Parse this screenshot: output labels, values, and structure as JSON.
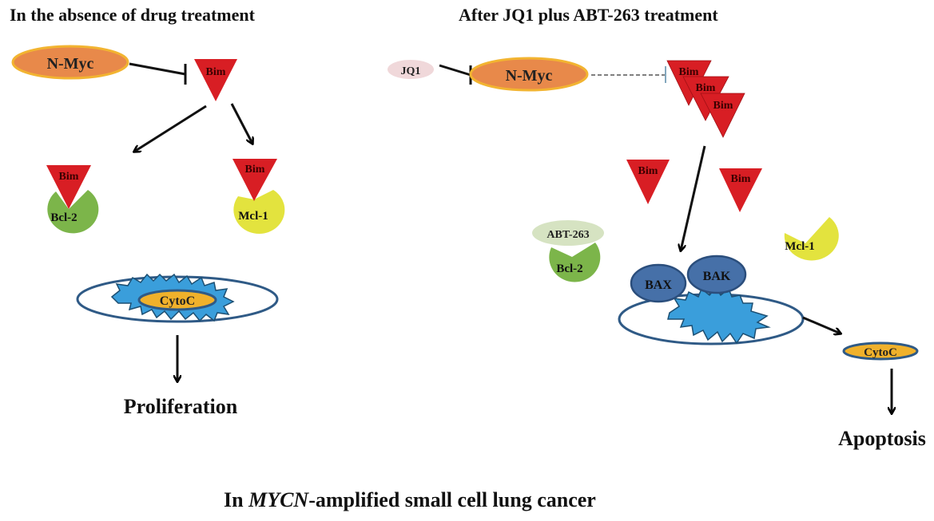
{
  "titles": {
    "left": "In the absence of drug treatment",
    "right": "After JQ1 plus ABT-263 treatment"
  },
  "caption": {
    "prefix": "In ",
    "gene": "MYCN",
    "suffix": "-amplified small cell lung cancer"
  },
  "left_panel": {
    "nmyc": "N-Myc",
    "bim_top": "Bim",
    "bim_bcl2": "Bim",
    "bcl2": "Bcl-2",
    "bim_mcl1": "Bim",
    "mcl1": "Mcl-1",
    "cytoc": "CytoC",
    "outcome": "Proliferation"
  },
  "right_panel": {
    "jq1": "JQ1",
    "nmyc": "N-Myc",
    "bim_stack": [
      "Bim",
      "Bim",
      "Bim"
    ],
    "bim_free_1": "Bim",
    "bim_free_2": "Bim",
    "abt263": "ABT-263",
    "bcl2": "Bcl-2",
    "mcl1": "Mcl-1",
    "bax": "BAX",
    "bak": "BAK",
    "cytoc": "CytoC",
    "outcome": "Apoptosis"
  },
  "colors": {
    "nmyc_fill": "#e8894a",
    "nmyc_stroke": "#f2b431",
    "bim": "#d81e24",
    "bcl2": "#7cb54a",
    "mcl1": "#e3e33e",
    "abt263": "#d6e3c2",
    "jq1": "#f0d8da",
    "mito_outline": "#2f5a86",
    "matrix": "#3a9edb",
    "cytoc": "#f0b12b",
    "bax_bak": "#4670a8"
  }
}
